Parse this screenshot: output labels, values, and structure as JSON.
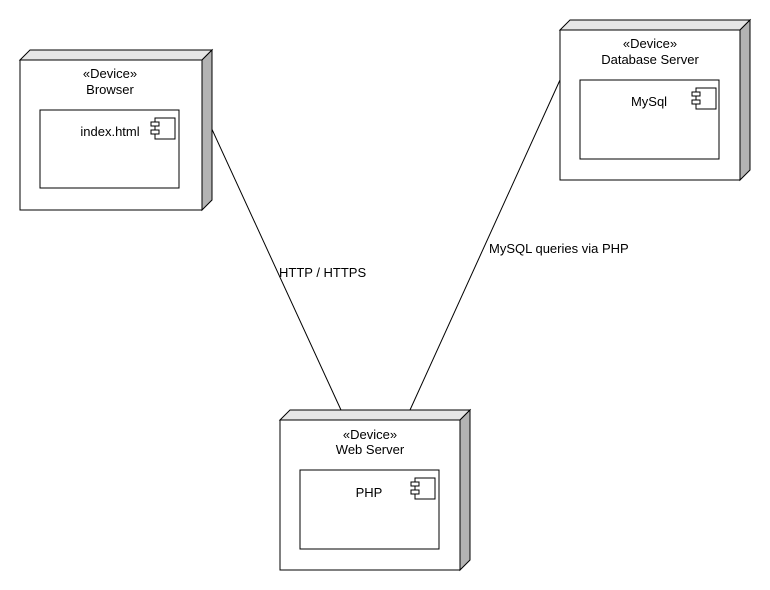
{
  "nodes": {
    "browser": {
      "stereotype": "«Device»",
      "name": "Browser",
      "component": "index.html"
    },
    "database": {
      "stereotype": "«Device»",
      "name": "Database Server",
      "component": "MySql"
    },
    "webserver": {
      "stereotype": "«Device»",
      "name": "Web Server",
      "component": "PHP"
    }
  },
  "connections": {
    "browser_web": "HTTP / HTTPS",
    "db_web": "MySQL queries via PHP"
  }
}
